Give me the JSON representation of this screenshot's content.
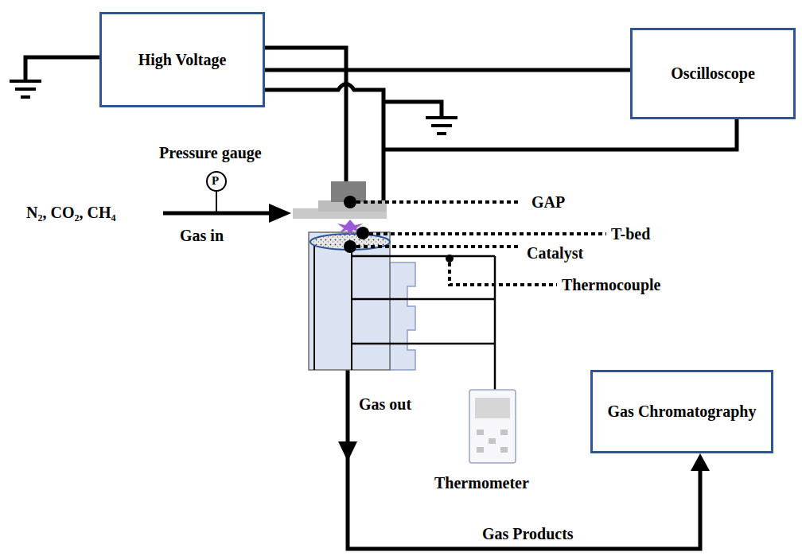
{
  "diagram": {
    "nodes": [
      {
        "text": [
          "High Voltage"
        ]
      },
      {
        "text": [
          "Oscilloscope"
        ]
      },
      {
        "text": [
          "Gas Chromatography"
        ]
      }
    ],
    "edges": [
      {
        "from": 0,
        "to": 1,
        "arrow": "none"
      }
    ],
    "labels": [
      "Pressure gauge",
      "P",
      "N₂, CO₂, CH₄",
      "Gas in",
      "GAP",
      "T-bed",
      "Catalyst",
      "Thermocouple",
      "Gas out",
      "Thermometer",
      "Gas Products"
    ]
  }
}
